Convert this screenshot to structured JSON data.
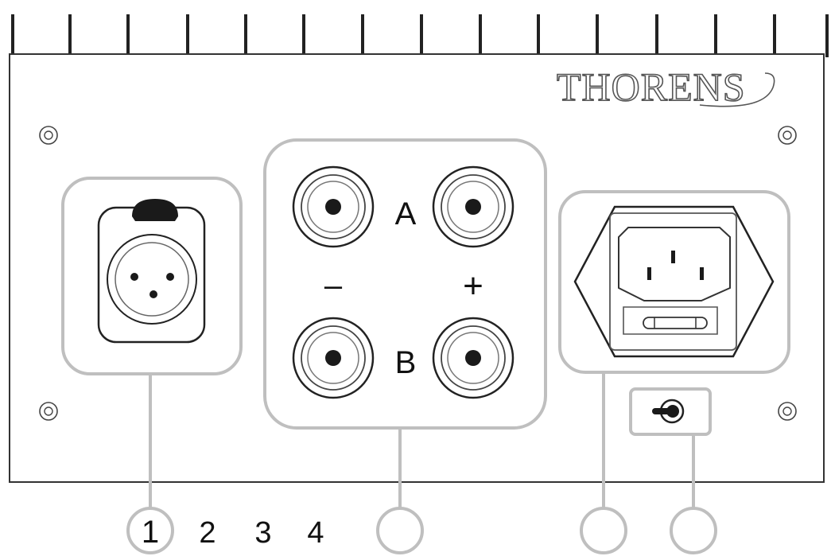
{
  "brand": {
    "logo_text": "THORENS"
  },
  "binding_posts": {
    "row_a_label": "A",
    "row_b_label": "B",
    "minus_label": "–",
    "plus_label": "+"
  },
  "callouts": {
    "first_circle_number": "1",
    "numbers_after_first": [
      "2",
      "3",
      "4"
    ]
  },
  "colors": {
    "panel_outline": "#333333",
    "group_frame": "#bfbfbf",
    "dark_part": "#1a1a1a"
  }
}
